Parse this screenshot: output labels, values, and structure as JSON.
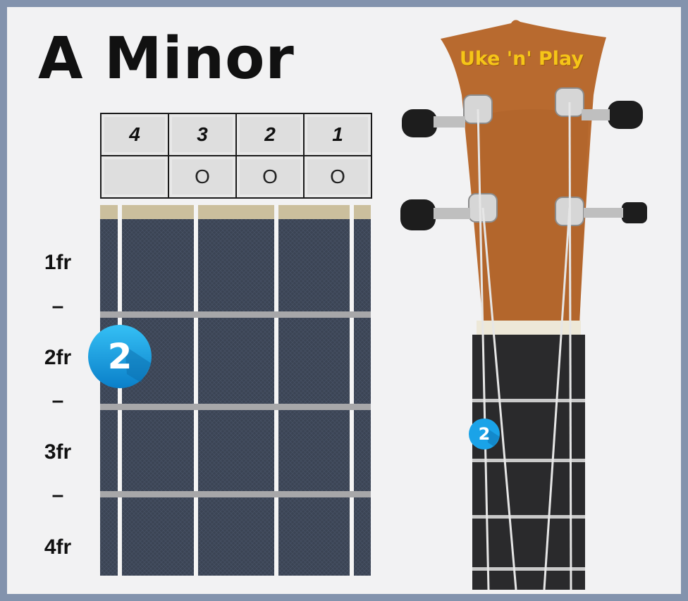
{
  "title": "A Minor",
  "brand": "Uke 'n' Play",
  "string_numbers": [
    "4",
    "3",
    "2",
    "1"
  ],
  "open_markers": [
    "",
    "O",
    "O",
    "O"
  ],
  "fret_labels": [
    "1fr",
    "2fr",
    "3fr",
    "4fr"
  ],
  "fret_separator": "–",
  "finger": {
    "number": "2",
    "string": "4",
    "fret": "2"
  },
  "colors": {
    "frame_border": "#8393ad",
    "fretboard": "#3b4454",
    "nut": "#cbbf9d",
    "finger_circle": "#1aa3e8",
    "brand_text": "#f5c518",
    "ukulele_wood": "#b86a2f"
  }
}
